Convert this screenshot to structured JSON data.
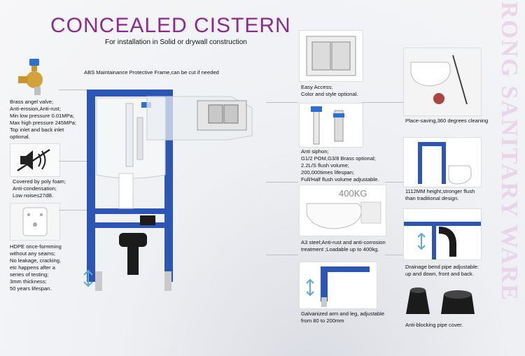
{
  "title": "CONCEALED CISTERN",
  "subtitle": "For installation in Solid or drywall construction",
  "brand_watermark": "RONG SANITARY WARE",
  "abs_caption": "ABS Maintainance Protective Frame,can be cut if needed",
  "left_notes": {
    "valve": [
      "Brass angel valve;",
      "Anti-erosion,Anti-rust;",
      "Min low pressure 0.01MPa;",
      "Max high pressure 245MPa;",
      "Top inlet and back inlet",
      "optional."
    ],
    "noise": [
      "Covered by poly foam;",
      "Anti-condensation;",
      "Low noise≤27dB."
    ],
    "hdpe": [
      "HDPE once-formming",
      "without any seams;",
      "No leakage, cracking,",
      " etc happens after a",
      "series of testing;",
      "3mm thickness;",
      "50 years lifespan."
    ]
  },
  "middle_notes": {
    "access": [
      "Easy Access;",
      "Color and style optional."
    ],
    "siphon": [
      "Anti siphon;",
      "G1/2 POM,G3/8 Brass optional;",
      "2.2L/S flush volume;",
      "200,000times lifespan;",
      "Full/Half flush volume adjustable."
    ],
    "load_badge": "400KG",
    "steel": [
      "A3 steel;Anti-rust and anti-corrosion",
      "treatment ;Loadable up to 400kg."
    ],
    "galv": [
      "Galvanized arm and leg, adjustable",
      " from 80 to 200mm"
    ]
  },
  "right_notes": {
    "place": "Place-saving,360 degrees cleaning",
    "height": [
      "1112MM height,stronger flush",
      " than traditional design."
    ],
    "drain": [
      "Drainage bend pipe adjustable:",
      "up and down, front and back."
    ],
    "block": "Anti-blocking pipe cover."
  },
  "colors": {
    "title": "#8a2b8f",
    "frame": "#2b56b5",
    "watermark": "#e8d5ea"
  }
}
